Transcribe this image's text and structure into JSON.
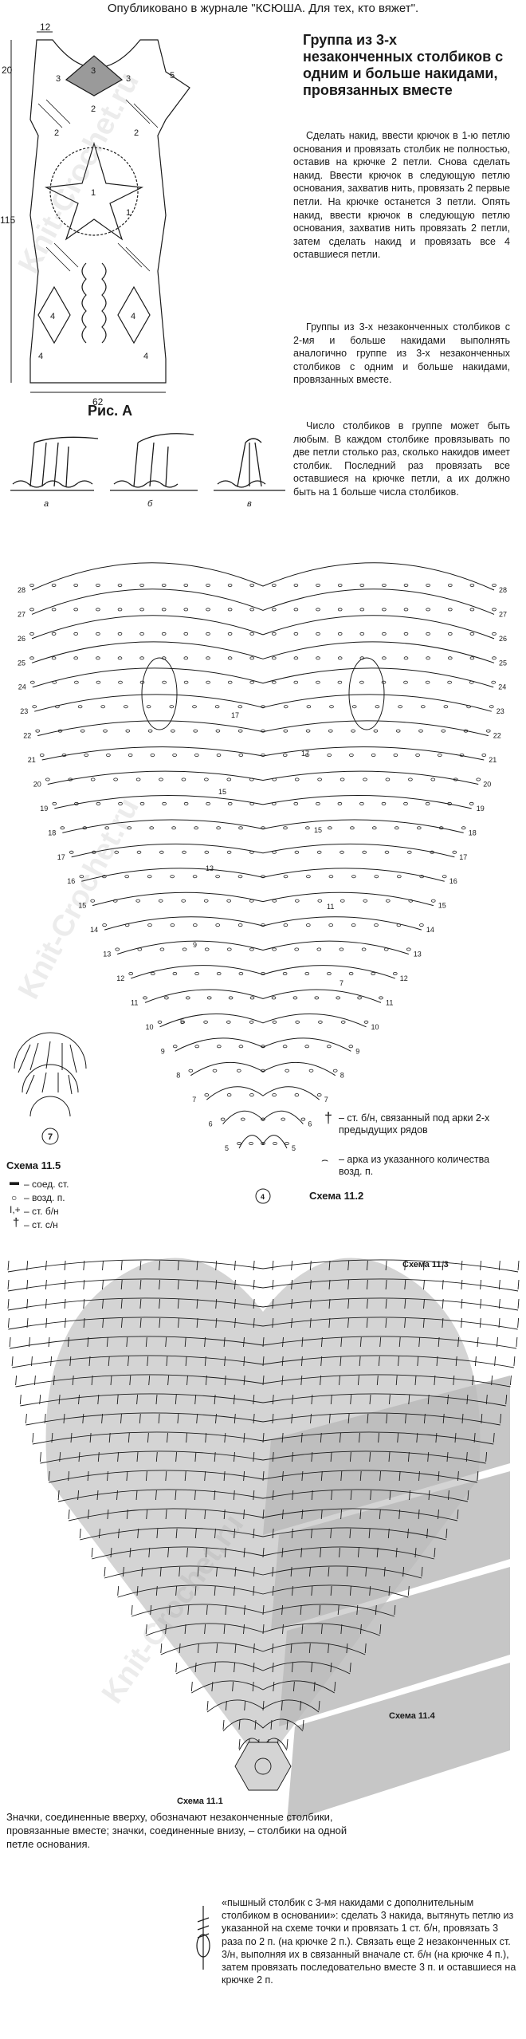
{
  "header": {
    "published": "Опубликовано в журнале \"КСЮША. Для тех, кто вяжет\"."
  },
  "figure_a": {
    "caption": "Рис. А",
    "dims": {
      "top": "12",
      "left_top": "20",
      "left_main": "115",
      "bottom": "62"
    },
    "part_labels": [
      "3",
      "3",
      "3",
      "2",
      "5",
      "2",
      "2",
      "1",
      "1",
      "4",
      "4",
      "4",
      "4"
    ]
  },
  "right_column": {
    "title": "Группа из 3-х незаконченных столбиков с одним и больше накидами, провязанных вместе",
    "p1": "Сделать накид, ввести крючок в 1-ю петлю основания и провязать столбик не полностью, оставив на крючке 2 петли. Снова сделать накид. Ввести крючок в следующую петлю основания, захватив нить, провязать 2 первые петли. На крючке останется 3 петли. Опять накид, ввести крючок в следующую петлю основания, захватив нить провязать 2 петли, затем сделать накид и провязать все 4 оставшиеся петли.",
    "p2": "Группы из 3-х незаконченных столбиков с 2-мя и больше накидами выполнять аналогично группе из 3-х незаконченных столбиков с одним и больше накидами, провязанных вместе.",
    "p3": "Число столбиков в группе может быть любым. В каждом столбике провязывать по две петли столько раз, сколько накидов имеет столбик. Последний раз провязать все оставшиеся на крючке петли, а их должно быть на 1 больше числа столбиков."
  },
  "strands": {
    "labels": [
      "а",
      "б",
      "в"
    ]
  },
  "chart_11_2": {
    "name": "Схема 11.2",
    "row_numbers_left": [
      "28",
      "27",
      "26",
      "25",
      "24",
      "23",
      "22",
      "21",
      "20",
      "19",
      "18",
      "17",
      "16",
      "15",
      "14",
      "13",
      "12",
      "11",
      "10",
      "9",
      "8",
      "7",
      "6",
      "5"
    ],
    "row_numbers_right": [
      "28",
      "27",
      "26",
      "25",
      "24",
      "23",
      "22",
      "21",
      "20",
      "19",
      "18",
      "17",
      "16",
      "15",
      "14",
      "13",
      "12",
      "11",
      "10",
      "9",
      "8",
      "7",
      "6",
      "5"
    ],
    "inner_numbers": [
      "17",
      "17",
      "15",
      "15",
      "13",
      "11",
      "9",
      "7",
      "5"
    ],
    "start_label": "4"
  },
  "legend_right": {
    "item1": "– ст. б/н, связанный под арки 2-х предыдущих рядов",
    "item2": "– арка из указанного количества возд. п."
  },
  "chart_11_5": {
    "name": "Схема 11.5",
    "start_label": "7"
  },
  "legend_left": {
    "items": [
      "– соед. ст.",
      "– возд. п.",
      "– ст. б/н",
      "– ст. с/н"
    ]
  },
  "chart_big": {
    "labels": [
      "Схема 11.3",
      "Схема 11.4",
      "Схема 11.1"
    ]
  },
  "notes": {
    "n1": "Значки, соединенные вверху, обозначают незаконченные столбики, провязанные вместе; значки, соединенные внизу, – столбики на одной петле основания.",
    "n2": "«пышный столбик с 3-мя накидами с дополнительным столбиком в основании»: сделать 3 накида, вытянуть петлю из указанной на схеме точки и провязать 1 ст. б/н, провязать 3 раза по 2 п. (на крючке 2 п.). Связать еще 2 незаконченных ст. 3/н, выполняя их в связанный вначале ст. б/н (на крючке 4 п.), затем провязать последовательно вместе 3 п. и оставшиеся на крючке 2 п."
  },
  "watermark": "Knit-Crochet.ru",
  "colors": {
    "ink": "#1a1a1a",
    "shade": "#d4d4d4",
    "shade_dark": "#b8b8b8"
  }
}
